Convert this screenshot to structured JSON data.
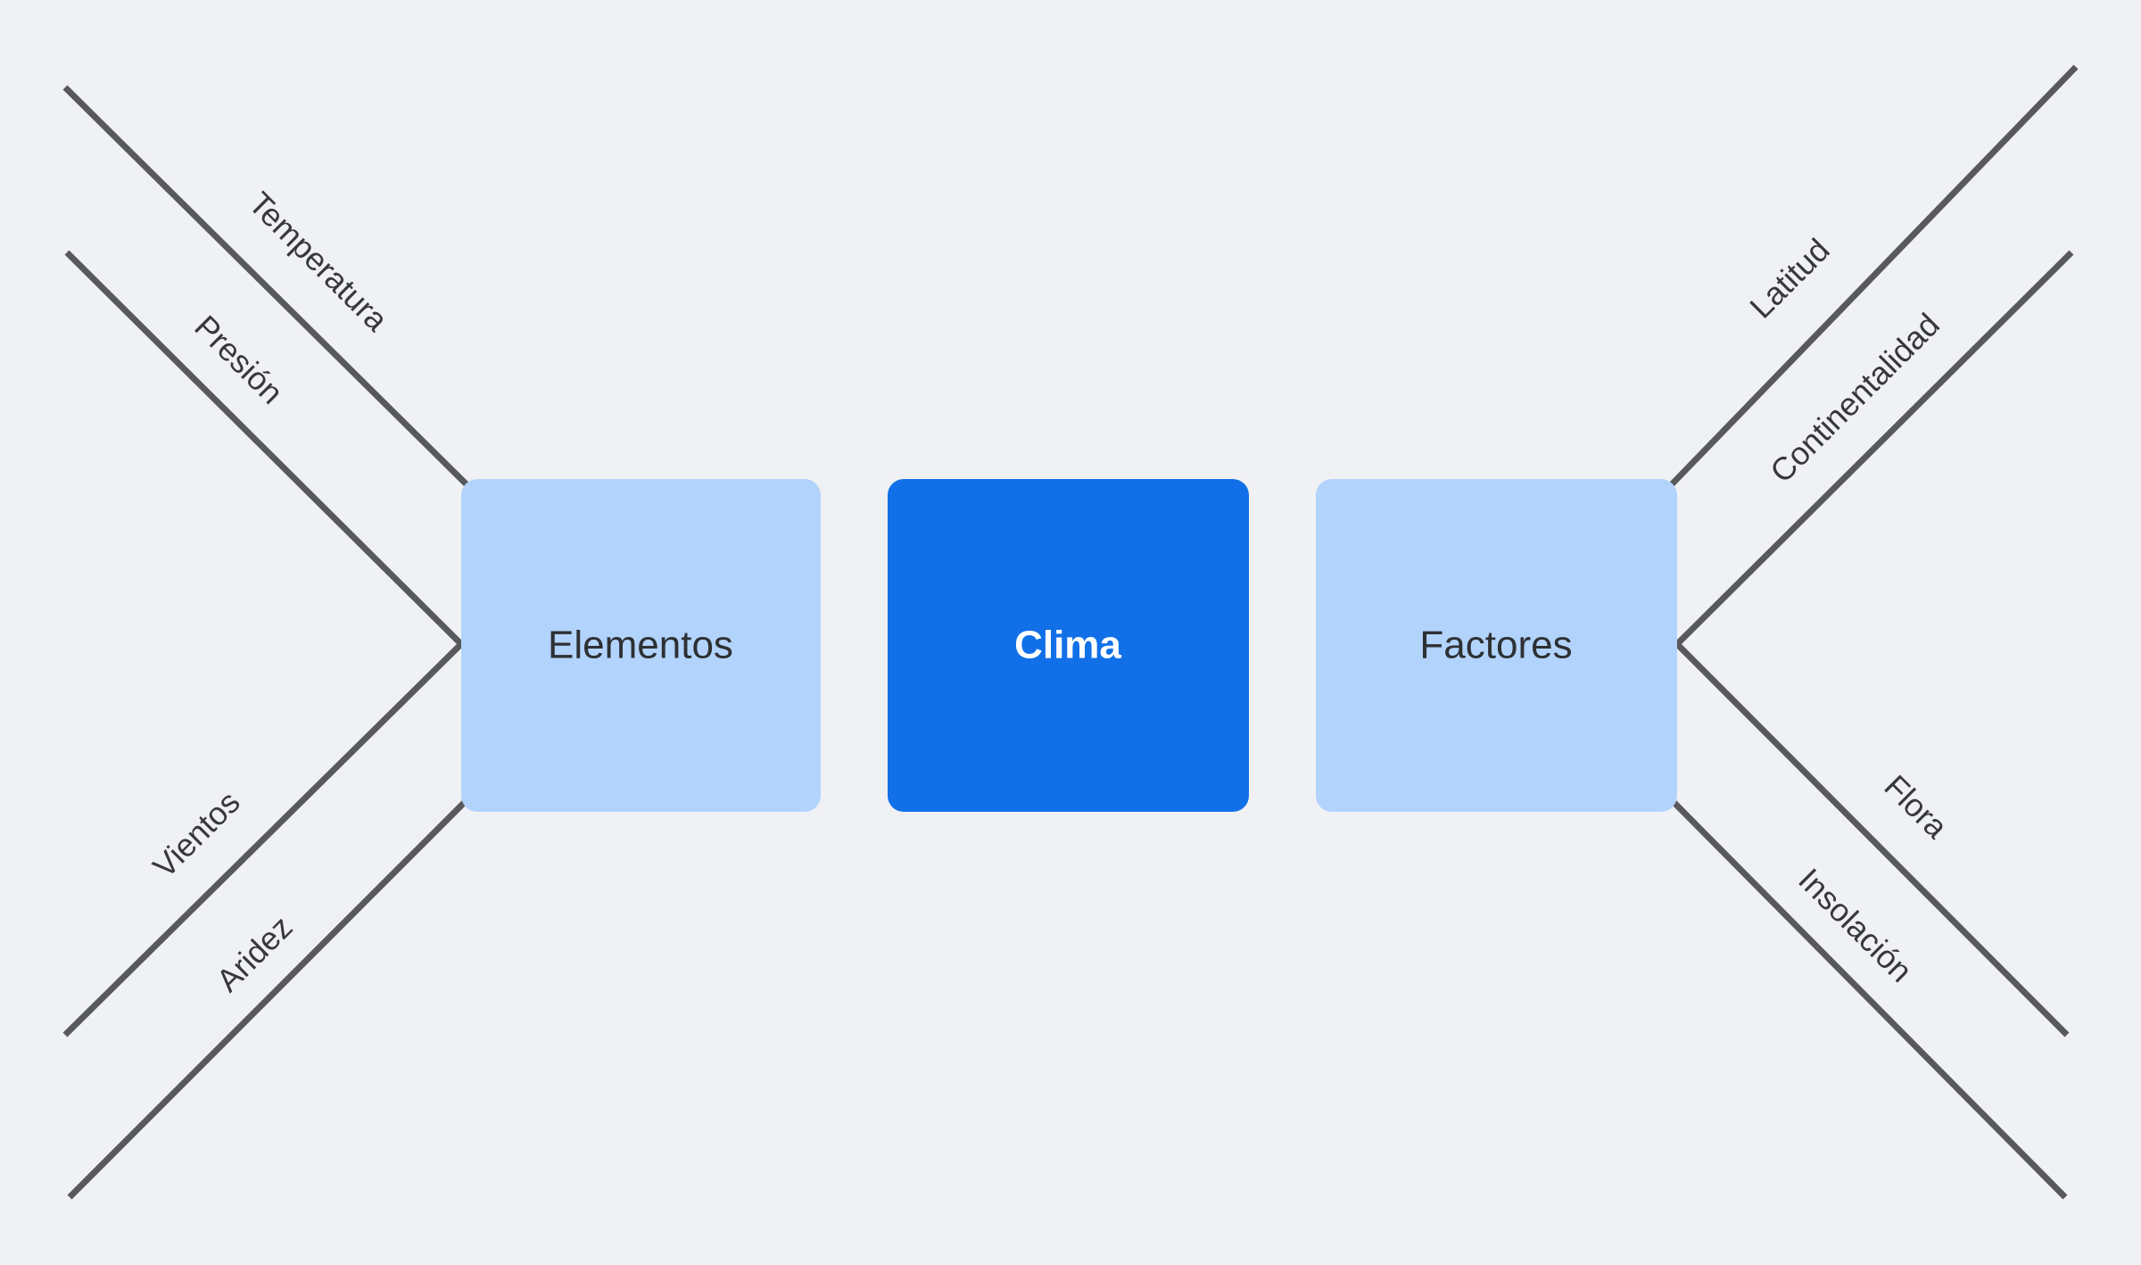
{
  "colors": {
    "background": "#f0f1f4",
    "center_node_fill": "#1170e8",
    "center_node_text": "#ffffff",
    "side_node_fill": "#b2d3fc",
    "side_node_text": "#2e3033",
    "branch_line": "#58595b",
    "branch_text": "#37383b"
  },
  "nodes": {
    "center": {
      "label": "Clima"
    },
    "left": {
      "label": "Elementos"
    },
    "right": {
      "label": "Factores"
    }
  },
  "left_branches": [
    {
      "label": "Temperatura"
    },
    {
      "label": "Presión"
    },
    {
      "label": "Vientos"
    },
    {
      "label": "Aridez"
    }
  ],
  "right_branches": [
    {
      "label": "Latitud"
    },
    {
      "label": "Continentalidad"
    },
    {
      "label": "Flora"
    },
    {
      "label": "Insolación"
    }
  ]
}
